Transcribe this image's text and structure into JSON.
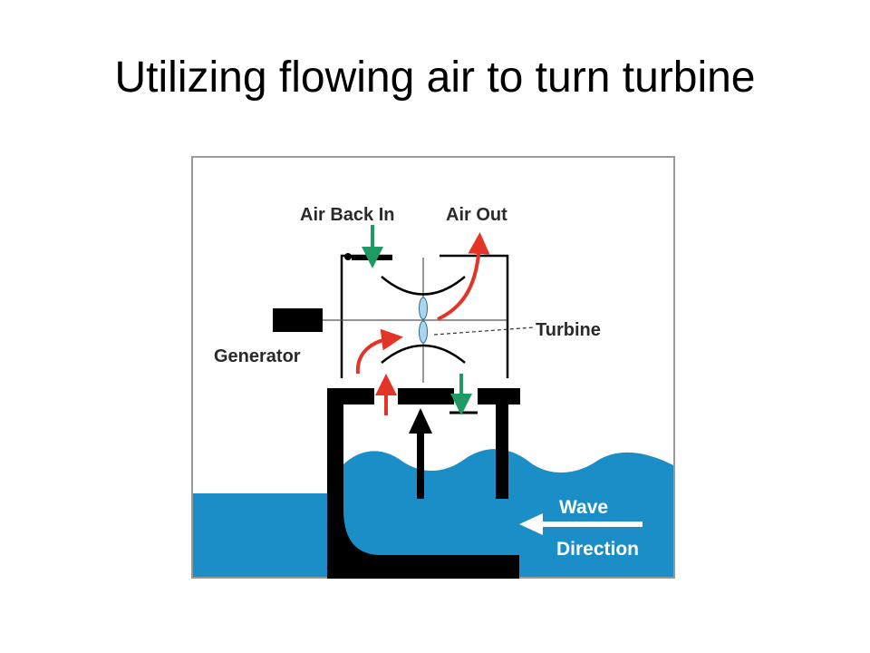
{
  "slide": {
    "title": "Utilizing flowing air to turn turbine"
  },
  "diagram": {
    "labels": {
      "air_back_in": "Air Back In",
      "air_out": "Air Out",
      "turbine": "Turbine",
      "generator": "Generator",
      "wave_line1": "Wave",
      "wave_line2": "Direction"
    },
    "colors": {
      "water": "#1c8ec7",
      "air_out_arrow": "#e53327",
      "air_in_arrow": "#1f9a62",
      "structure": "#000000",
      "frame": "#9a9a9a",
      "blade": "#a9d6ee"
    }
  }
}
